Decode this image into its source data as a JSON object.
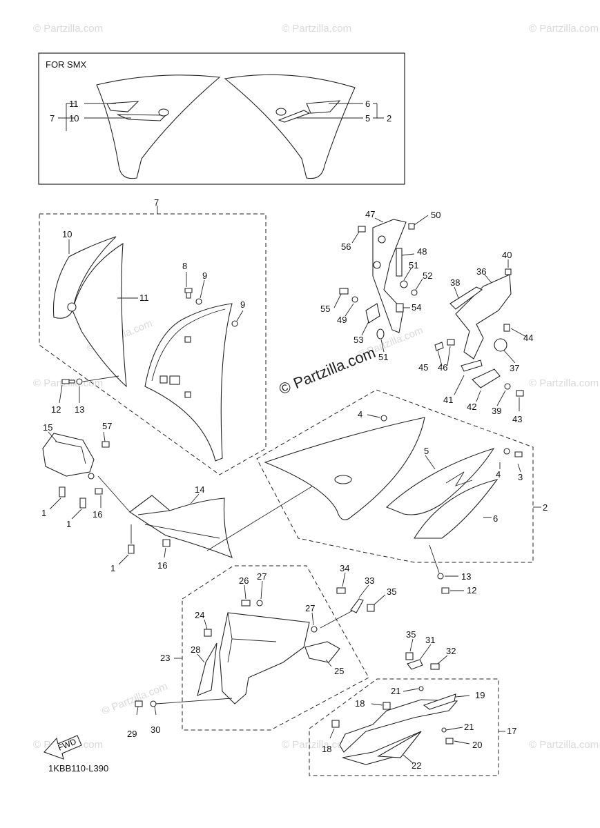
{
  "watermarks": {
    "short": "© Partzilla.com",
    "center": "© Partzilla.com"
  },
  "smx_box": {
    "title": "FOR SMX"
  },
  "diagram_code": "1KBB110-L390",
  "fwd_label": "FWD",
  "callouts": {
    "c1": "1",
    "c2": "2",
    "c3": "3",
    "c4": "4",
    "c5": "5",
    "c6": "6",
    "c7": "7",
    "c8": "8",
    "c9": "9",
    "c10": "10",
    "c11": "11",
    "c12": "12",
    "c13": "13",
    "c14": "14",
    "c15": "15",
    "c16": "16",
    "c17": "17",
    "c18": "18",
    "c19": "19",
    "c20": "20",
    "c21": "21",
    "c22": "22",
    "c23": "23",
    "c24": "24",
    "c25": "25",
    "c26": "26",
    "c27": "27",
    "c28": "28",
    "c29": "29",
    "c30": "30",
    "c31": "31",
    "c32": "32",
    "c33": "33",
    "c34": "34",
    "c35": "35",
    "c36": "36",
    "c37": "37",
    "c38": "38",
    "c39": "39",
    "c40": "40",
    "c41": "41",
    "c42": "42",
    "c43": "43",
    "c44": "44",
    "c45": "45",
    "c46": "46",
    "c47": "47",
    "c48": "48",
    "c49": "49",
    "c50": "50",
    "c51": "51",
    "c52": "52",
    "c53": "53",
    "c54": "54",
    "c55": "55",
    "c56": "56",
    "c57": "57"
  }
}
